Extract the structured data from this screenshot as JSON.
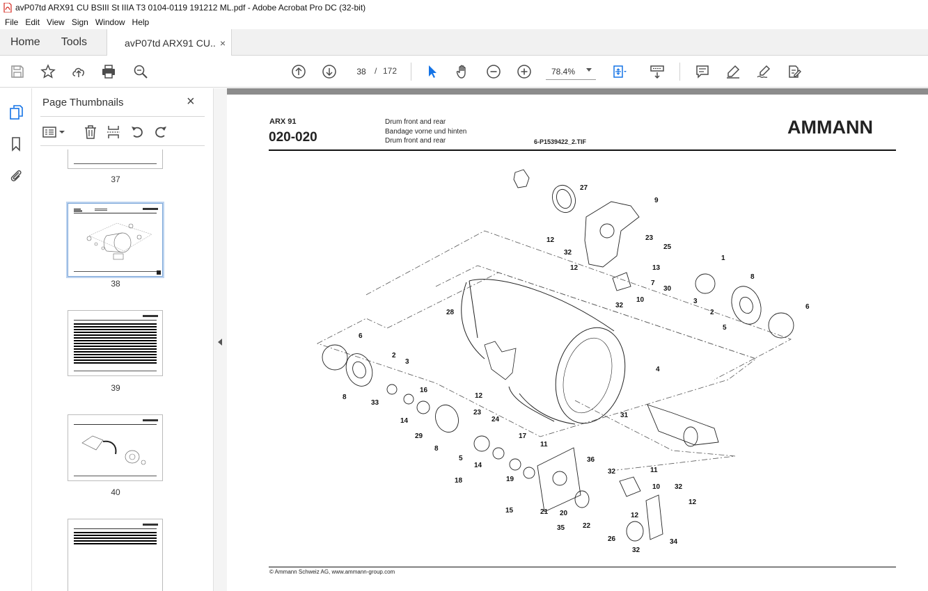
{
  "window": {
    "title": "avP07td ARX91 CU BSIII St IIIA T3 0104-0119 191212 ML.pdf - Adobe Acrobat Pro DC (32-bit)"
  },
  "menu": [
    "File",
    "Edit",
    "View",
    "Sign",
    "Window",
    "Help"
  ],
  "tabs": {
    "home": "Home",
    "tools": "Tools",
    "document": "avP07td ARX91 CU...",
    "close": "×"
  },
  "toolbar": {
    "current_page": "38",
    "separator": "/",
    "total_pages": "172",
    "zoom": "78.4%"
  },
  "thumbnails": {
    "title": "Page Thumbnails",
    "close": "×",
    "pages": [
      "37",
      "38",
      "39",
      "40"
    ],
    "selected": "38"
  },
  "page": {
    "model": "ARX 91",
    "code": "020-020",
    "description_en": "Drum front and rear",
    "description_de": "Bandage vorne und hinten",
    "description_en2": "Drum front and rear",
    "file_ref": "6-P1539422_2.TIF",
    "brand": "AMMANN",
    "copyright": "© Ammann Schweiz AG, www.ammann-group.com",
    "callouts": [
      "27",
      "9",
      "12",
      "32",
      "23",
      "25",
      "12",
      "13",
      "1",
      "7",
      "30",
      "8",
      "32",
      "10",
      "3",
      "2",
      "5",
      "6",
      "28",
      "6",
      "2",
      "3",
      "4",
      "8",
      "33",
      "16",
      "12",
      "31",
      "14",
      "23",
      "24",
      "29",
      "8",
      "5",
      "17",
      "11",
      "36",
      "14",
      "19",
      "18",
      "32",
      "11",
      "10",
      "32",
      "12",
      "15",
      "21",
      "20",
      "12",
      "35",
      "22",
      "26",
      "34",
      "32"
    ]
  },
  "colors": {
    "accent": "#1473e6",
    "pdf_red": "#d4271f",
    "toolbar_icon": "#4b4b4b"
  }
}
